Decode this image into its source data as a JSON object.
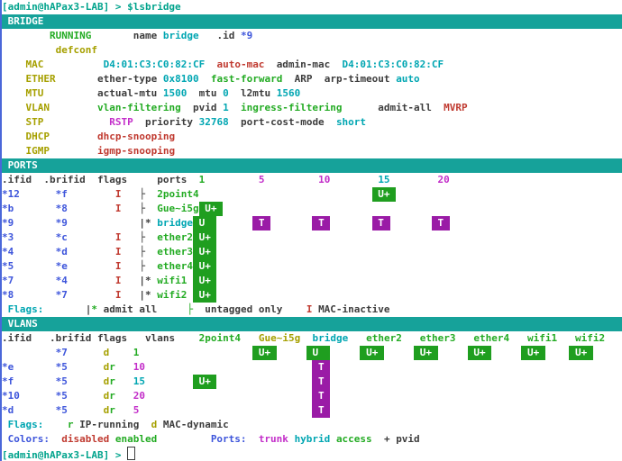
{
  "palette": {
    "fg": "#3C3C3C",
    "red": "#C03A30",
    "green": "#23AB23",
    "yellow": "#A6A000",
    "blue": "#3D55DB",
    "magenta": "#C32EC9",
    "cyan": "#00A6B2",
    "prompt": "#00A38C",
    "barBg": "#16A29A",
    "badgeGreen": "#1F9E1F",
    "badgePurple": "#9A1BA6",
    "borderLeft": "#4A67D9"
  },
  "terminal": {
    "prompt": "[admin@hAPax3-LAB] >",
    "command": "$lsbridge",
    "sections": [
      "BRIDGE",
      "PORTS",
      "VLANS"
    ]
  },
  "lines": [
    {
      "seg": [
        {
          "col": 0,
          "t": "[admin@hAPax3-LAB] >",
          "c": "prompt",
          "n": "prompt"
        },
        {
          "col": 21,
          "t": "$lsbridge",
          "c": "cmd",
          "n": "command"
        }
      ]
    },
    {
      "bar": "BRIDGE"
    },
    {
      "seg": [
        {
          "col": 8,
          "t": "RUNNING",
          "c": "green"
        },
        {
          "col": 22,
          "t": "name",
          "c": "fg"
        },
        {
          "col": 27,
          "t": "bridge",
          "c": "cyan"
        },
        {
          "col": 36,
          "t": ".id",
          "c": "fg"
        },
        {
          "col": 40,
          "t": "*9",
          "c": "blue"
        }
      ]
    },
    {
      "seg": [
        {
          "col": 9,
          "t": "defconf",
          "c": "yellow"
        }
      ]
    },
    {
      "seg": [
        {
          "col": 4,
          "t": "MAC",
          "c": "yellow"
        },
        {
          "col": 17,
          "t": "D4:01:C3:C0:82:CF",
          "c": "cyan"
        },
        {
          "col": 36,
          "t": "auto-mac",
          "c": "red"
        },
        {
          "col": 46,
          "t": "admin-mac",
          "c": "fg"
        },
        {
          "col": 57,
          "t": "D4:01:C3:C0:82:CF",
          "c": "cyan"
        }
      ]
    },
    {
      "seg": [
        {
          "col": 4,
          "t": "ETHER",
          "c": "yellow"
        },
        {
          "col": 16,
          "t": "ether-type",
          "c": "fg"
        },
        {
          "col": 27,
          "t": "0x8100",
          "c": "cyan"
        },
        {
          "col": 35,
          "t": "fast-forward",
          "c": "green"
        },
        {
          "col": 49,
          "t": "ARP",
          "c": "fg"
        },
        {
          "col": 54,
          "t": "arp-timeout",
          "c": "fg"
        },
        {
          "col": 66,
          "t": "auto",
          "c": "cyan"
        }
      ]
    },
    {
      "seg": [
        {
          "col": 4,
          "t": "MTU",
          "c": "yellow"
        },
        {
          "col": 16,
          "t": "actual-mtu",
          "c": "fg"
        },
        {
          "col": 27,
          "t": "1500",
          "c": "cyan"
        },
        {
          "col": 33,
          "t": "mtu",
          "c": "fg"
        },
        {
          "col": 37,
          "t": "0",
          "c": "cyan"
        },
        {
          "col": 40,
          "t": "l2mtu",
          "c": "fg"
        },
        {
          "col": 46,
          "t": "1560",
          "c": "cyan"
        }
      ]
    },
    {
      "seg": [
        {
          "col": 4,
          "t": "VLAN",
          "c": "yellow"
        },
        {
          "col": 16,
          "t": "vlan-filtering",
          "c": "green"
        },
        {
          "col": 32,
          "t": "pvid",
          "c": "fg"
        },
        {
          "col": 37,
          "t": "1",
          "c": "cyan"
        },
        {
          "col": 40,
          "t": "ingress-filtering",
          "c": "green"
        },
        {
          "col": 63,
          "t": "admit-all",
          "c": "fg"
        },
        {
          "col": 74,
          "t": "MVRP",
          "c": "red"
        }
      ]
    },
    {
      "seg": [
        {
          "col": 4,
          "t": "STP",
          "c": "yellow"
        },
        {
          "col": 18,
          "t": "RSTP",
          "c": "magenta"
        },
        {
          "col": 24,
          "t": "priority",
          "c": "fg"
        },
        {
          "col": 33,
          "t": "32768",
          "c": "cyan"
        },
        {
          "col": 40,
          "t": "port-cost-mode",
          "c": "fg"
        },
        {
          "col": 56,
          "t": "short",
          "c": "cyan"
        }
      ]
    },
    {
      "seg": [
        {
          "col": 4,
          "t": "DHCP",
          "c": "yellow"
        },
        {
          "col": 16,
          "t": "dhcp-snooping",
          "c": "red"
        }
      ]
    },
    {
      "seg": [
        {
          "col": 4,
          "t": "IGMP",
          "c": "yellow"
        },
        {
          "col": 16,
          "t": "igmp-snooping",
          "c": "red"
        }
      ]
    },
    {
      "bar": "PORTS"
    },
    {
      "seg": [
        {
          "col": 0,
          "t": ".ifid",
          "c": "fg"
        },
        {
          "col": 7,
          "t": ".brifid",
          "c": "fg"
        },
        {
          "col": 16,
          "t": "flags",
          "c": "fg"
        },
        {
          "col": 26,
          "t": "ports",
          "c": "fg"
        },
        {
          "col": 33,
          "t": "1",
          "c": "green"
        },
        {
          "col": 43,
          "t": "5",
          "c": "magenta"
        },
        {
          "col": 53,
          "t": "10",
          "c": "magenta"
        },
        {
          "col": 63,
          "t": "15",
          "c": "cyan"
        },
        {
          "col": 73,
          "t": "20",
          "c": "magenta"
        }
      ]
    },
    {
      "seg": [
        {
          "col": 0,
          "t": "*12",
          "c": "blue"
        },
        {
          "col": 9,
          "t": "*f",
          "c": "blue"
        },
        {
          "col": 19,
          "t": "I",
          "c": "red"
        },
        {
          "col": 23,
          "t": "├",
          "c": "fg"
        },
        {
          "col": 26,
          "t": "2point4",
          "c": "green"
        },
        {
          "col": 62,
          "t": " U+ ",
          "c": "bgreen"
        }
      ]
    },
    {
      "seg": [
        {
          "col": 0,
          "t": "*b",
          "c": "blue"
        },
        {
          "col": 9,
          "t": "*8",
          "c": "blue"
        },
        {
          "col": 19,
          "t": "I",
          "c": "red"
        },
        {
          "col": 23,
          "t": "├",
          "c": "fg"
        },
        {
          "col": 26,
          "t": "Gue~i5g",
          "c": "green"
        },
        {
          "col": 32,
          "t": " U+ ",
          "c": "bgreen"
        }
      ]
    },
    {
      "seg": [
        {
          "col": 0,
          "t": "*9",
          "c": "blue"
        },
        {
          "col": 9,
          "t": "*9",
          "c": "blue"
        },
        {
          "col": 23,
          "t": "|*",
          "c": "fg"
        },
        {
          "col": 26,
          "t": "bridge",
          "c": "cyan"
        },
        {
          "col": 32,
          "t": " U  ",
          "c": "bgreen"
        },
        {
          "col": 42,
          "t": " T ",
          "c": "bpurple"
        },
        {
          "col": 52,
          "t": " T ",
          "c": "bpurple"
        },
        {
          "col": 62,
          "t": " T ",
          "c": "bpurple"
        },
        {
          "col": 72,
          "t": " T ",
          "c": "bpurple"
        }
      ]
    },
    {
      "seg": [
        {
          "col": 0,
          "t": "*3",
          "c": "blue"
        },
        {
          "col": 9,
          "t": "*c",
          "c": "blue"
        },
        {
          "col": 19,
          "t": "I",
          "c": "red"
        },
        {
          "col": 23,
          "t": "├",
          "c": "fg"
        },
        {
          "col": 26,
          "t": "ether2",
          "c": "green"
        },
        {
          "col": 32,
          "t": " U+ ",
          "c": "bgreen"
        }
      ]
    },
    {
      "seg": [
        {
          "col": 0,
          "t": "*4",
          "c": "blue"
        },
        {
          "col": 9,
          "t": "*d",
          "c": "blue"
        },
        {
          "col": 19,
          "t": "I",
          "c": "red"
        },
        {
          "col": 23,
          "t": "├",
          "c": "fg"
        },
        {
          "col": 26,
          "t": "ether3",
          "c": "green"
        },
        {
          "col": 32,
          "t": " U+ ",
          "c": "bgreen"
        }
      ]
    },
    {
      "seg": [
        {
          "col": 0,
          "t": "*5",
          "c": "blue"
        },
        {
          "col": 9,
          "t": "*e",
          "c": "blue"
        },
        {
          "col": 19,
          "t": "I",
          "c": "red"
        },
        {
          "col": 23,
          "t": "├",
          "c": "fg"
        },
        {
          "col": 26,
          "t": "ether4",
          "c": "green"
        },
        {
          "col": 32,
          "t": " U+ ",
          "c": "bgreen"
        }
      ]
    },
    {
      "seg": [
        {
          "col": 0,
          "t": "*7",
          "c": "blue"
        },
        {
          "col": 9,
          "t": "*4",
          "c": "blue"
        },
        {
          "col": 19,
          "t": "I",
          "c": "red"
        },
        {
          "col": 23,
          "t": "|*",
          "c": "fg"
        },
        {
          "col": 26,
          "t": "wifi1",
          "c": "green"
        },
        {
          "col": 32,
          "t": " U+ ",
          "c": "bgreen"
        }
      ]
    },
    {
      "seg": [
        {
          "col": 0,
          "t": "*8",
          "c": "blue"
        },
        {
          "col": 9,
          "t": "*7",
          "c": "blue"
        },
        {
          "col": 19,
          "t": "I",
          "c": "red"
        },
        {
          "col": 23,
          "t": "|*",
          "c": "fg"
        },
        {
          "col": 26,
          "t": "wifi2",
          "c": "green"
        },
        {
          "col": 32,
          "t": " U+ ",
          "c": "bgreen"
        }
      ]
    },
    {
      "seg": [
        {
          "col": 1,
          "t": "Flags:",
          "c": "cyan"
        },
        {
          "col": 14,
          "t": "|",
          "c": "fg"
        },
        {
          "col": 15,
          "t": "*",
          "c": "green"
        },
        {
          "col": 17,
          "t": "admit all",
          "c": "fg"
        },
        {
          "col": 31,
          "t": "├",
          "c": "green"
        },
        {
          "col": 34,
          "t": "untagged only",
          "c": "fg"
        },
        {
          "col": 51,
          "t": "I",
          "c": "red"
        },
        {
          "col": 53,
          "t": "MAC-inactive",
          "c": "fg"
        }
      ]
    },
    {
      "bar": "VLANS"
    },
    {
      "seg": [
        {
          "col": 0,
          "t": ".ifid",
          "c": "fg"
        },
        {
          "col": 8,
          "t": ".brifid",
          "c": "fg"
        },
        {
          "col": 16,
          "t": "flags",
          "c": "fg"
        },
        {
          "col": 24,
          "t": "vlans",
          "c": "fg"
        },
        {
          "col": 33,
          "t": "2point4",
          "c": "green"
        },
        {
          "col": 43,
          "t": "Gue~i5g",
          "c": "yellow"
        },
        {
          "col": 52,
          "t": "bridge",
          "c": "cyan"
        },
        {
          "col": 61,
          "t": "ether2",
          "c": "green"
        },
        {
          "col": 70,
          "t": "ether3",
          "c": "green"
        },
        {
          "col": 79,
          "t": "ether4",
          "c": "green"
        },
        {
          "col": 88,
          "t": "wifi1",
          "c": "green"
        },
        {
          "col": 96,
          "t": "wifi2",
          "c": "green"
        }
      ]
    },
    {
      "seg": [
        {
          "col": 9,
          "t": "*7",
          "c": "blue"
        },
        {
          "col": 17,
          "t": "d",
          "c": "yellow"
        },
        {
          "col": 22,
          "t": "1",
          "c": "green"
        },
        {
          "col": 42,
          "t": " U+ ",
          "c": "bgreen"
        },
        {
          "col": 51,
          "t": " U  ",
          "c": "bgreen"
        },
        {
          "col": 60,
          "t": " U+ ",
          "c": "bgreen"
        },
        {
          "col": 69,
          "t": " U+ ",
          "c": "bgreen"
        },
        {
          "col": 78,
          "t": " U+ ",
          "c": "bgreen"
        },
        {
          "col": 87,
          "t": " U+ ",
          "c": "bgreen"
        },
        {
          "col": 95,
          "t": " U+ ",
          "c": "bgreen"
        }
      ]
    },
    {
      "seg": [
        {
          "col": 0,
          "t": "*e",
          "c": "blue"
        },
        {
          "col": 9,
          "t": "*5",
          "c": "blue"
        },
        {
          "col": 17,
          "t": "d",
          "c": "yellow"
        },
        {
          "col": 18,
          "t": "r",
          "c": "green"
        },
        {
          "col": 22,
          "t": "10",
          "c": "magenta"
        },
        {
          "col": 52,
          "t": " T ",
          "c": "bpurple"
        }
      ]
    },
    {
      "seg": [
        {
          "col": 0,
          "t": "*f",
          "c": "blue"
        },
        {
          "col": 9,
          "t": "*5",
          "c": "blue"
        },
        {
          "col": 17,
          "t": "d",
          "c": "yellow"
        },
        {
          "col": 18,
          "t": "r",
          "c": "green"
        },
        {
          "col": 22,
          "t": "15",
          "c": "cyan"
        },
        {
          "col": 32,
          "t": " U+ ",
          "c": "bgreen"
        },
        {
          "col": 52,
          "t": " T ",
          "c": "bpurple"
        }
      ]
    },
    {
      "seg": [
        {
          "col": 0,
          "t": "*10",
          "c": "blue"
        },
        {
          "col": 9,
          "t": "*5",
          "c": "blue"
        },
        {
          "col": 17,
          "t": "d",
          "c": "yellow"
        },
        {
          "col": 18,
          "t": "r",
          "c": "green"
        },
        {
          "col": 22,
          "t": "20",
          "c": "magenta"
        },
        {
          "col": 52,
          "t": " T ",
          "c": "bpurple"
        }
      ]
    },
    {
      "seg": [
        {
          "col": 0,
          "t": "*d",
          "c": "blue"
        },
        {
          "col": 9,
          "t": "*5",
          "c": "blue"
        },
        {
          "col": 17,
          "t": "d",
          "c": "yellow"
        },
        {
          "col": 18,
          "t": "r",
          "c": "green"
        },
        {
          "col": 22,
          "t": "5",
          "c": "magenta"
        },
        {
          "col": 52,
          "t": " T ",
          "c": "bpurple"
        }
      ]
    },
    {
      "seg": [
        {
          "col": 1,
          "t": "Flags:",
          "c": "cyan"
        },
        {
          "col": 11,
          "t": "r",
          "c": "green"
        },
        {
          "col": 13,
          "t": "IP-running",
          "c": "fg"
        },
        {
          "col": 25,
          "t": "d",
          "c": "yellow"
        },
        {
          "col": 27,
          "t": "MAC-dynamic",
          "c": "fg"
        }
      ]
    },
    {
      "seg": [
        {
          "col": 1,
          "t": "Colors:",
          "c": "blue"
        },
        {
          "col": 10,
          "t": "disabled",
          "c": "red"
        },
        {
          "col": 19,
          "t": "enabled",
          "c": "green"
        },
        {
          "col": 35,
          "t": "Ports:",
          "c": "blue"
        },
        {
          "col": 43,
          "t": "trunk",
          "c": "magenta"
        },
        {
          "col": 49,
          "t": "hybrid",
          "c": "cyan"
        },
        {
          "col": 56,
          "t": "access",
          "c": "green"
        },
        {
          "col": 64,
          "t": "+",
          "c": "fg"
        },
        {
          "col": 66,
          "t": "pvid",
          "c": "fg"
        }
      ]
    },
    {
      "seg": [
        {
          "col": 0,
          "t": "[admin@hAPax3-LAB] >",
          "c": "prompt",
          "n": "prompt"
        }
      ],
      "cursor": true
    }
  ]
}
